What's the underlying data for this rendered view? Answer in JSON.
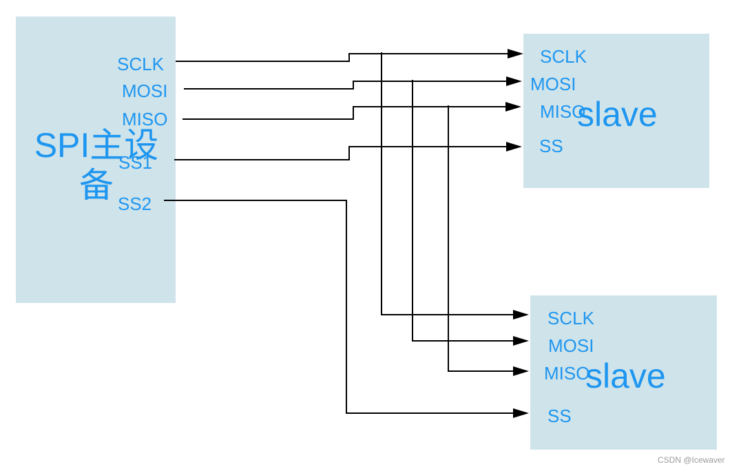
{
  "master": {
    "label": "SPI主设备",
    "pins": {
      "sclk": "SCLK",
      "mosi": "MOSI",
      "miso": "MISO",
      "ss1": "SS1",
      "ss2": "SS2"
    }
  },
  "slave1": {
    "label": "slave",
    "pins": {
      "sclk": "SCLK",
      "mosi": "MOSI",
      "miso": "MISO",
      "ss": "SS"
    }
  },
  "slave2": {
    "label": "slave",
    "pins": {
      "sclk": "SCLK",
      "mosi": "MOSI",
      "miso": "MISO",
      "ss": "SS"
    }
  },
  "watermark": "CSDN @Icewaver",
  "colors": {
    "box": "#cfe3ea",
    "label": "#1e96f0",
    "wire": "#000000"
  }
}
